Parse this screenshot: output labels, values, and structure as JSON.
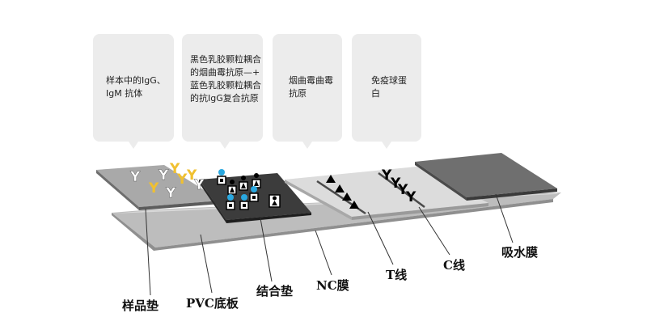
{
  "callouts": {
    "sample_antibodies": "样本中的IgG、IgM 抗体",
    "conjugate_reagents": "黑色乳胶颗粒耦合的烟曲霉抗原—+ 蓝色乳胶颗粒耦合的抗IgG复合抗原",
    "t_line_antigen": "烟曲霉曲霉抗原",
    "c_line_protein": "免疫球蛋白"
  },
  "labels": {
    "sample_pad": "样品垫",
    "pvc_board": "PVC底板",
    "conjugate_pad": "结合垫",
    "nc_membrane": "NC膜",
    "t_line": "T线",
    "c_line": "C线",
    "absorbent_pad": "吸水膜"
  },
  "glyphs": {
    "antibody": "Y"
  },
  "colors": {
    "antibody_white": "#ffffff",
    "antibody_yellow": "#f0c030",
    "latex_blue": "#29a8e0",
    "antigen_black": "#000000"
  }
}
